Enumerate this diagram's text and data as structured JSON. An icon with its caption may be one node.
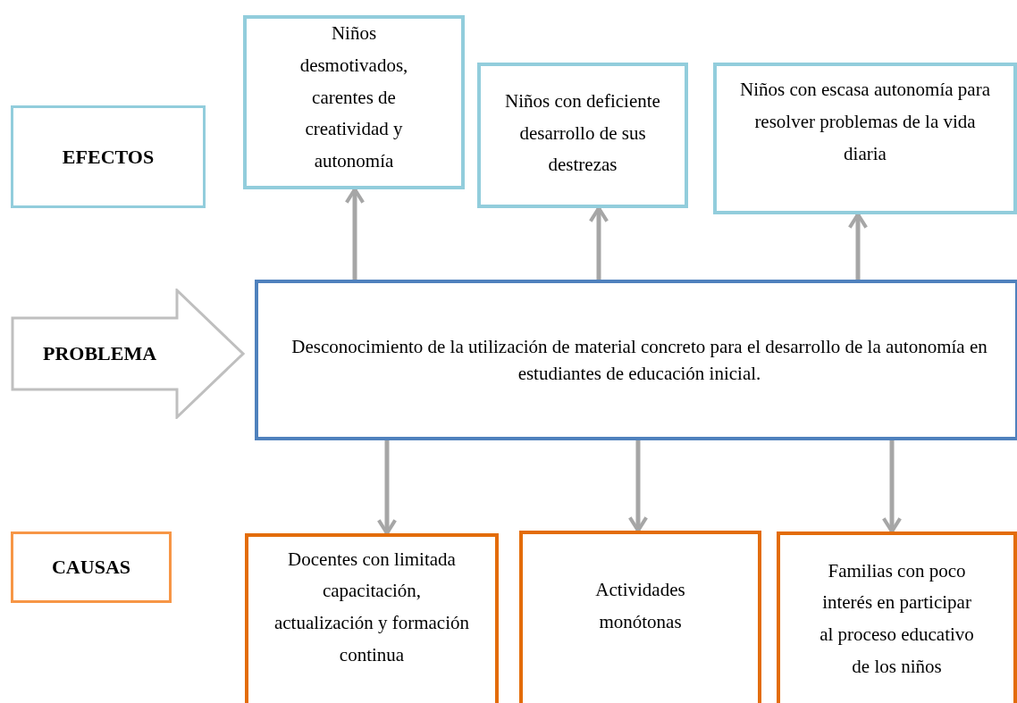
{
  "diagram": {
    "nodes": [
      {
        "text": [
          "EFECTOS"
        ]
      },
      {
        "text": [
          "Niños desmotivados, carentes de creatividad y autonomía"
        ]
      },
      {
        "text": [
          "Niños con deficiente desarrollo de sus destrezas"
        ]
      },
      {
        "text": [
          "Niños con escasa autonomía para resolver problemas de la vida diaria"
        ]
      },
      {
        "text": [
          "PROBLEMA"
        ]
      },
      {
        "text": [
          "Desconocimiento de la utilización de material concreto para el desarrollo de la autonomía en estudiantes de educación inicial."
        ]
      },
      {
        "text": [
          "CAUSAS"
        ]
      },
      {
        "text": [
          "Docentes con limitada capacitación, actualización y formación continua"
        ]
      },
      {
        "text": [
          "Actividades monótonas"
        ]
      },
      {
        "text": [
          "Familias con poco interés en participar al proceso educativo de los niños"
        ]
      }
    ],
    "edges": [
      {
        "from": 5,
        "to": 1,
        "arrow": "to"
      },
      {
        "from": 5,
        "to": 2,
        "arrow": "to"
      },
      {
        "from": 5,
        "to": 3,
        "arrow": "to"
      },
      {
        "from": 5,
        "to": 7,
        "arrow": "to"
      },
      {
        "from": 5,
        "to": 8,
        "arrow": "to"
      },
      {
        "from": 5,
        "to": 9,
        "arrow": "to"
      }
    ]
  }
}
